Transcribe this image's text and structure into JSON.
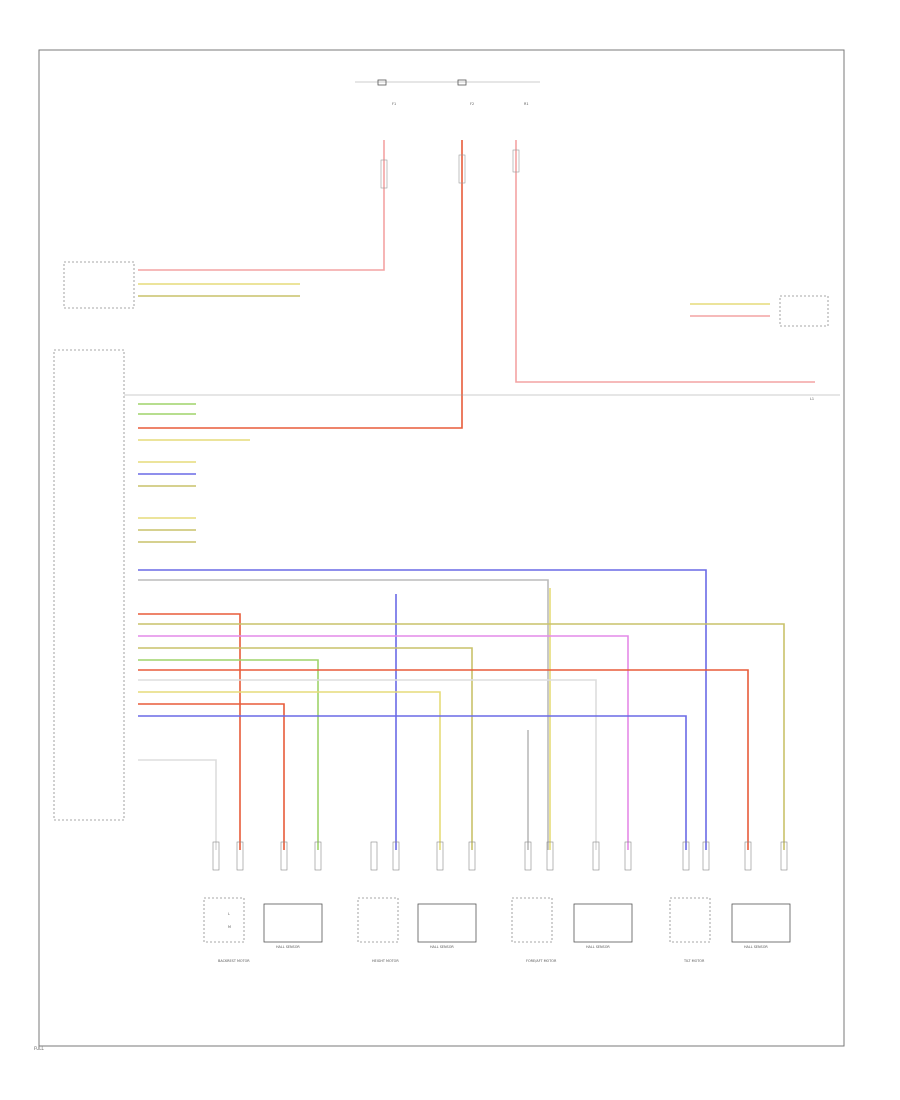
{
  "footer": {
    "code": "FULL"
  },
  "colors": {
    "pink": "#f4a3a3",
    "red": "#e85c3a",
    "yellow": "#e6dc7a",
    "olive": "#c9c26a",
    "green": "#9fd46a",
    "blue": "#6a6ae6",
    "violet": "#b07aff",
    "magenta": "#e48ae8",
    "gray": "#bbbbbb",
    "frame": "#7a7a7a"
  },
  "tag_text": "L1",
  "top_pins": {
    "fuse_a": "F1",
    "fuse_b": "F2",
    "relay_pin": "R1"
  },
  "module_labels": [
    "L",
    "M"
  ],
  "hall_sensors": [
    "HALL SENSOR",
    "HALL SENSOR",
    "HALL SENSOR",
    "HALL SENSOR"
  ],
  "motor_labels": [
    "BACKREST MOTOR",
    "HEIGHT MOTOR",
    "FORE/AFT MOTOR",
    "TILT MOTOR"
  ]
}
